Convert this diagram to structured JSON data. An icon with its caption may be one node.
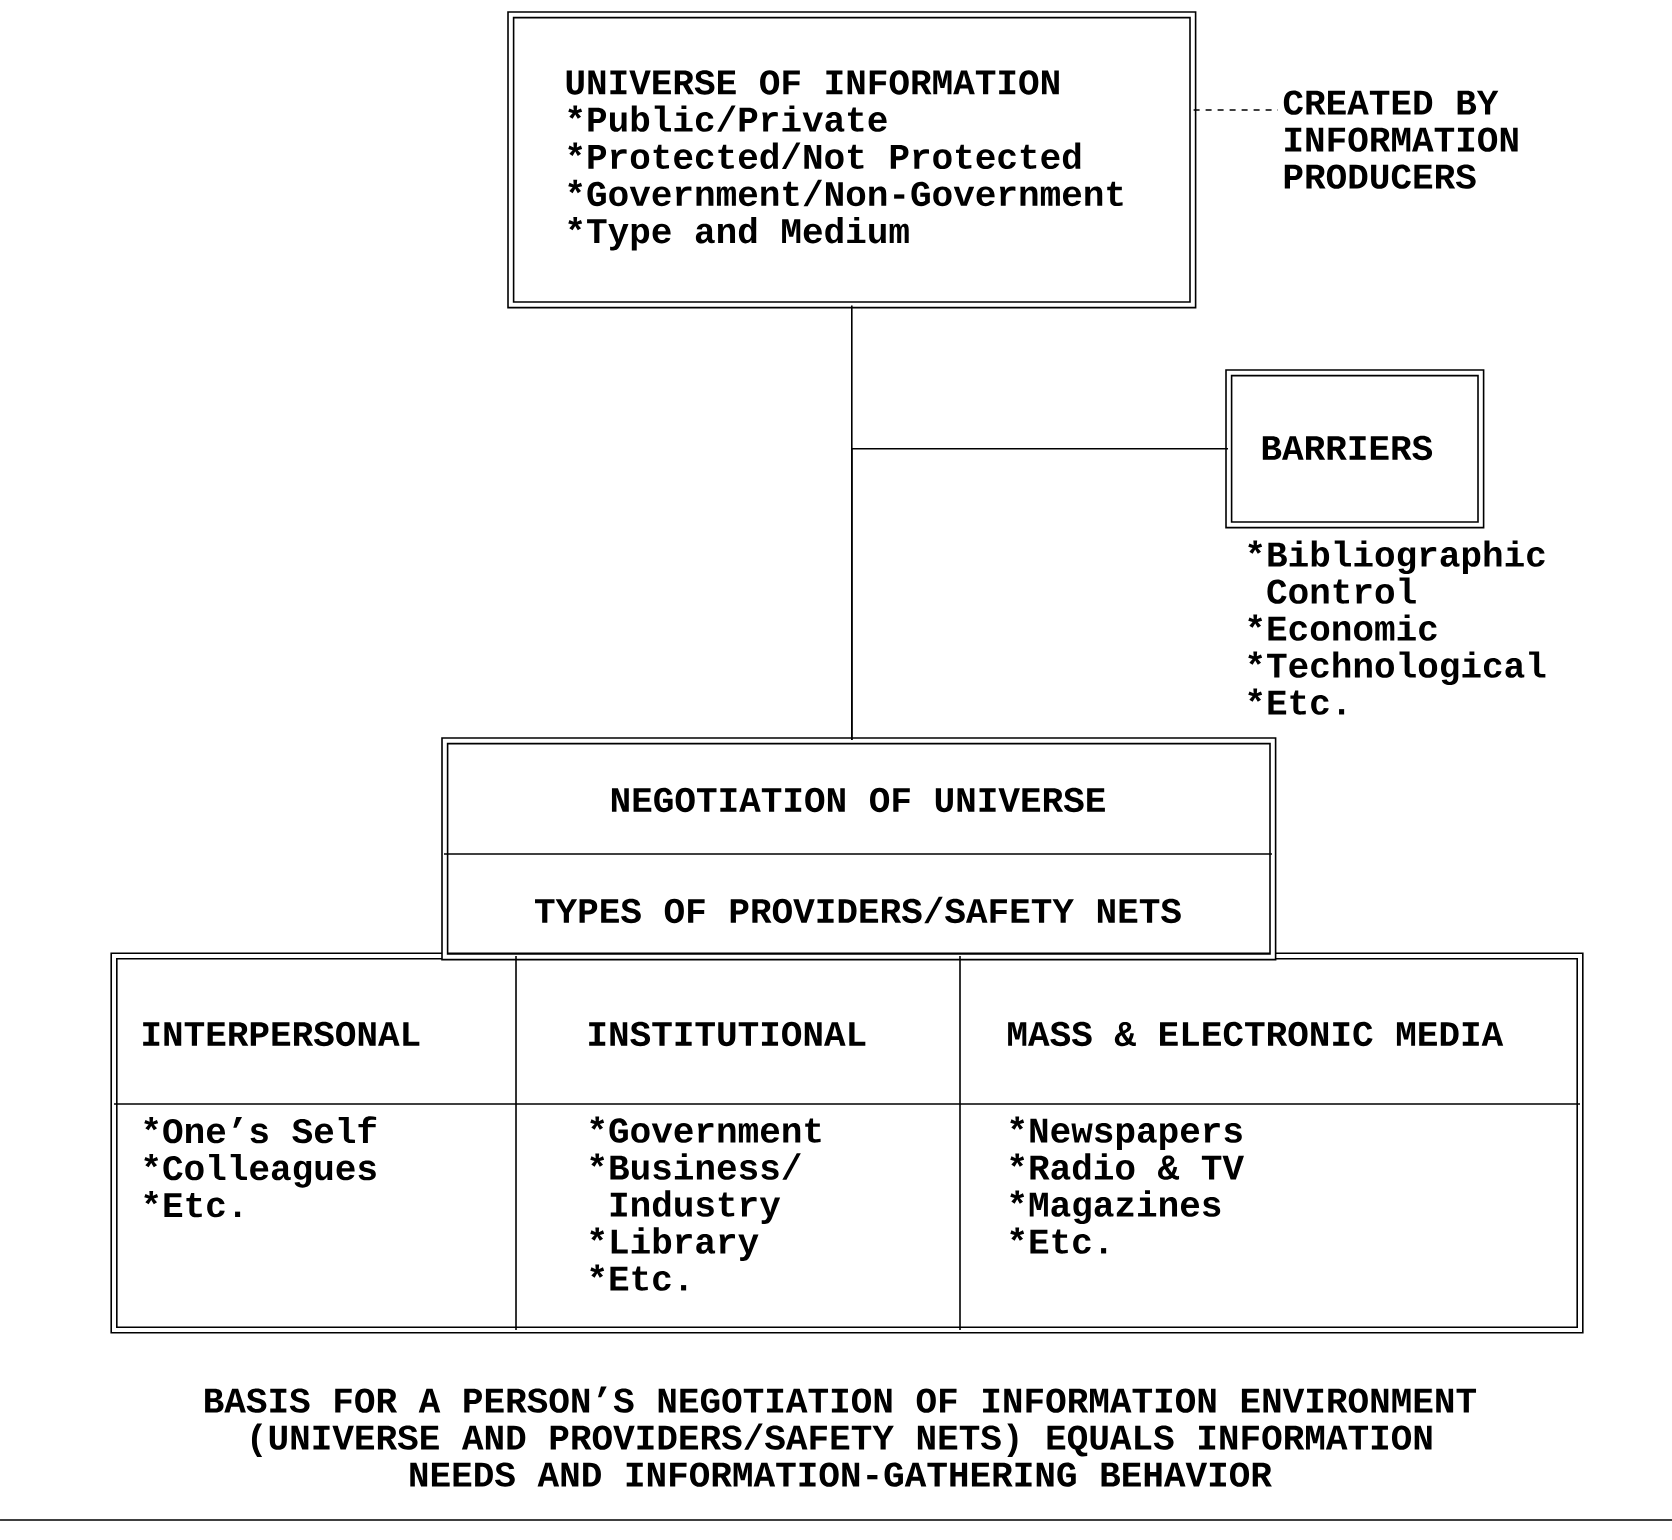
{
  "diagram": {
    "caption": "BASIS FOR A PERSON’S NEGOTIATION OF INFORMATION ENVIRONMENT (UNIVERSE AND PROVIDERS/SAFETY NETS) EQUALS INFORMATION NEEDS AND INFORMATION-GATHERING BEHAVIOR",
    "nodes": [
      {
        "text": [
          "UNIVERSE OF INFORMATION",
          "*Public/Private",
          "*Protected/Not Protected",
          "*Government/Non-Government",
          "*Type and Medium"
        ]
      },
      {
        "text": [
          "CREATED BY INFORMATION PRODUCERS"
        ]
      },
      {
        "text": [
          "BARRIERS"
        ],
        "beside": [
          "*Bibliographic Control",
          "*Economic",
          "*Technological",
          "*Etc."
        ]
      },
      {
        "text": [
          "NEGOTIATION OF UNIVERSE",
          "TYPES OF PROVIDERS/SAFETY NETS"
        ]
      },
      {
        "text": [
          "INTERPERSONAL",
          "*One’s Self",
          "*Colleagues",
          "*Etc."
        ]
      },
      {
        "text": [
          "INSTITUTIONAL",
          "*Government",
          "*Business/ Industry",
          "*Library",
          "*Etc."
        ]
      },
      {
        "text": [
          "MASS & ELECTRONIC MEDIA",
          "*Newspapers",
          "*Radio & TV",
          "*Magazines",
          "*Etc."
        ]
      }
    ],
    "edges": [
      {
        "from": 0,
        "to": 3,
        "arrow": "none"
      },
      {
        "from": 2,
        "to": 3,
        "arrow": "none"
      },
      {
        "from": 0,
        "to": 1,
        "arrow": "none",
        "style": "dashed"
      }
    ]
  }
}
